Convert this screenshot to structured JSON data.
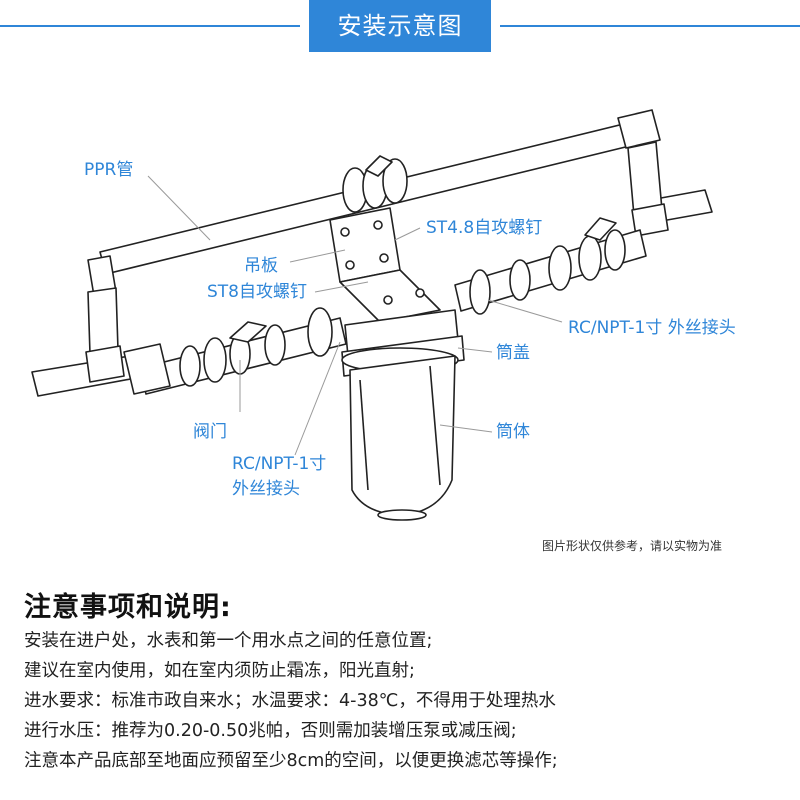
{
  "banner": {
    "title": "安装示意图"
  },
  "labels": {
    "ppr_pipe": "PPR管",
    "bracket": "吊板",
    "screw_st8": "ST8自攻螺钉",
    "screw_st48": "ST4.8自攻螺钉",
    "connector_right": "RC/NPT-1寸  外丝接头",
    "housing_cap": "筒盖",
    "housing_body": "筒体",
    "valve": "阀门",
    "connector_left_line1": "RC/NPT-1寸",
    "connector_left_line2": "外丝接头"
  },
  "disclaimer": "图片形状仅供参考，请以实物为准",
  "notes": {
    "title": "注意事项和说明:",
    "items": [
      "安装在进户处，水表和第一个用水点之间的任意位置;",
      "建议在室内使用，如在室内须防止霜冻，阳光直射;",
      "进水要求：标准市政自来水；水温要求：4-38℃，不得用于处理热水",
      "进行水压：推荐为0.20-0.50兆帕，否则需加装增压泵或减压阀;",
      "注意本产品底部至地面应预留至少8cm的空间，以便更换滤芯等操作;"
    ]
  },
  "colors": {
    "accent": "#2f86d8",
    "line_art": "#222222"
  }
}
